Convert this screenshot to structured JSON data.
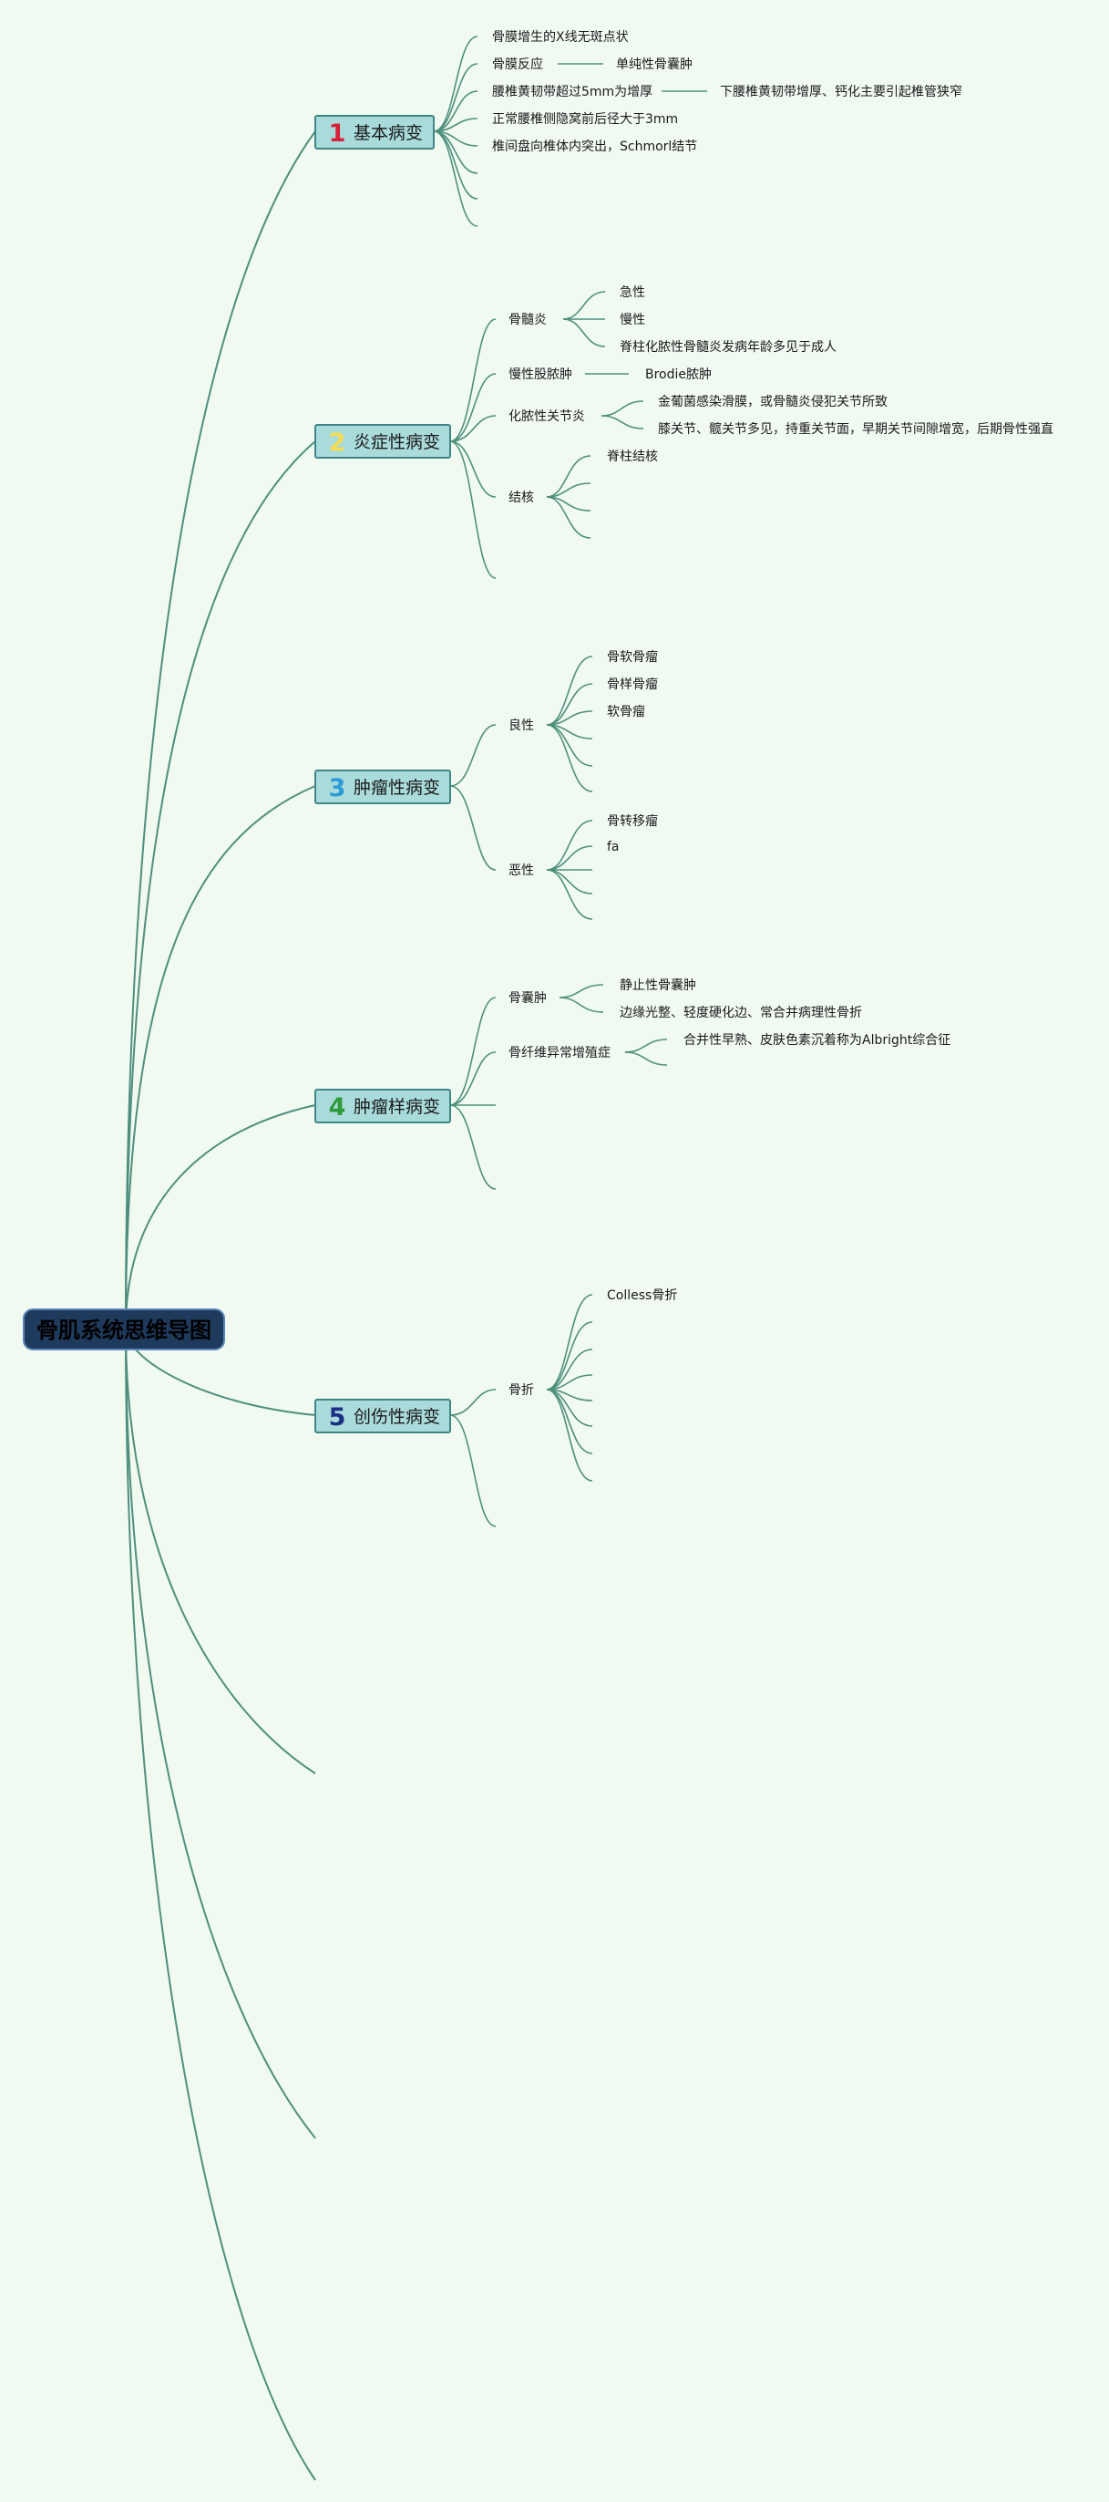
{
  "root": {
    "label": "骨肌系统思维导图"
  },
  "colors": {
    "background": "#f1faf1",
    "connector": "#4f8f7d",
    "category_fill": "#a9dbdb",
    "category_border": "#3f8686",
    "root_fill": "#1e3a5c",
    "num1": "#d8203a",
    "num2": "#f3dd55",
    "num3": "#2e9bd6",
    "num4": "#2f9a3a",
    "num5": "#1a2f86"
  },
  "categories": [
    {
      "num": "1",
      "label": "基本病变",
      "items": [
        "骨膜增生的X线无斑点状",
        "骨膜反应",
        "单纯性骨囊肿",
        "腰椎黄韧带超过5mm为增厚",
        "下腰椎黄韧带增厚、钙化主要引起椎管狭窄",
        "正常腰椎侧隐窝前后径大于3mm",
        "椎间盘向椎体内突出，Schmorl结节"
      ]
    },
    {
      "num": "2",
      "label": "炎症性病变",
      "items": [
        "骨髓炎",
        "急性",
        "慢性",
        "脊柱化脓性骨髓炎发病年龄多见于成人",
        "慢性股脓肿",
        "Brodie脓肿",
        "化脓性关节炎",
        "金葡菌感染滑膜，或骨髓炎侵犯关节所致",
        "膝关节、髋关节多见，持重关节面，早期关节间隙增宽，后期骨性强直",
        "结核",
        "脊柱结核"
      ]
    },
    {
      "num": "3",
      "label": "肿瘤性病变",
      "items": [
        "良性",
        "骨软骨瘤",
        "骨样骨瘤",
        "软骨瘤",
        "恶性",
        "骨转移瘤",
        "fa"
      ]
    },
    {
      "num": "4",
      "label": "肿瘤样病变",
      "items": [
        "骨囊肿",
        "静止性骨囊肿",
        "边缘光整、轻度硬化边、常合并病理性骨折",
        "骨纤维异常增殖症",
        "合并性早熟、皮肤色素沉着称为Albright综合征"
      ]
    },
    {
      "num": "5",
      "label": "创伤性病变",
      "items": [
        "骨折",
        "Colless骨折"
      ]
    }
  ]
}
